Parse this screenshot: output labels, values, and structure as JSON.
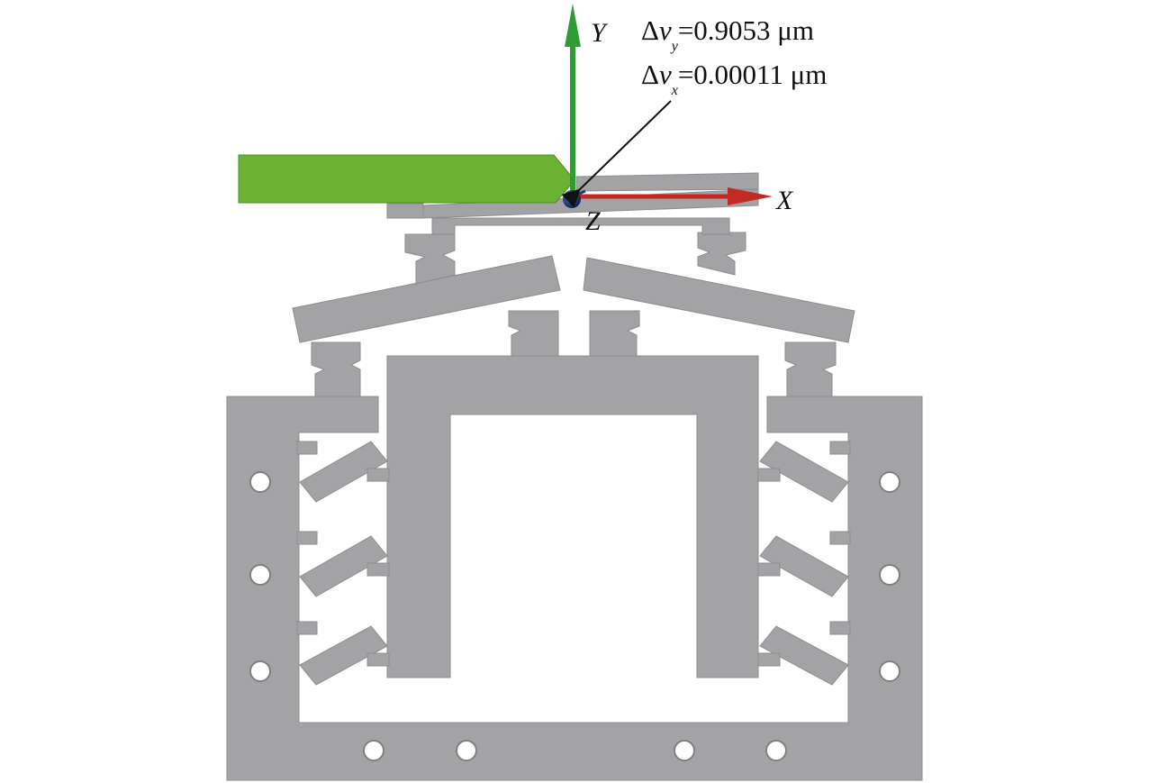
{
  "axes": {
    "x_label": "X",
    "y_label": "Y",
    "z_label": "Z"
  },
  "annotations": {
    "dvy": {
      "delta": "Δ",
      "var": "v",
      "sub": "y",
      "value": "=0.9053 μm"
    },
    "dvx": {
      "delta": "Δ",
      "var": "v",
      "sub": "x",
      "value": "=0.00011 μm"
    }
  },
  "colors": {
    "structure": "#a3a3a5",
    "structure_edge": "#8a8a8c",
    "tool": "#6bb132",
    "x_axis": "#c42a24",
    "y_axis": "#2f9b35",
    "z_axis": "#1d3a7a",
    "background": "#ffffff"
  },
  "icons": [
    "hole-icon"
  ]
}
